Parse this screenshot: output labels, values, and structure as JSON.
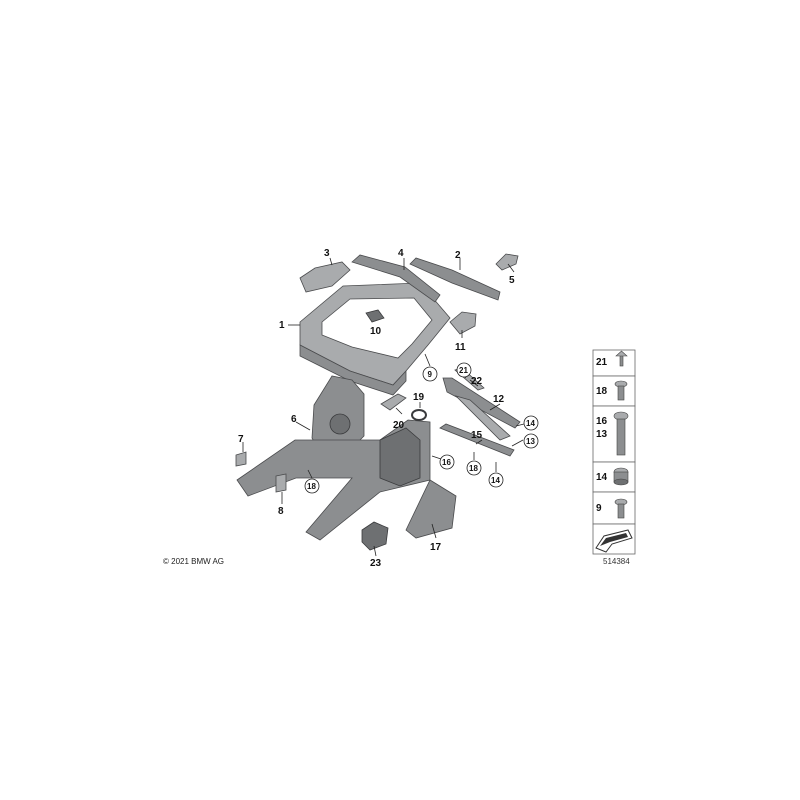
{
  "labels": {
    "l1": "1",
    "l2": "2",
    "l3": "3",
    "l4": "4",
    "l5": "5",
    "l6": "6",
    "l7": "7",
    "l8": "8",
    "l9": "9",
    "l10": "10",
    "l11": "11",
    "l12": "12",
    "l13": "13",
    "l14a": "14",
    "l14b": "14",
    "l15": "15",
    "l16": "16",
    "l17": "17",
    "l18a": "18",
    "l18b": "18",
    "l19": "19",
    "l20": "20",
    "l21": "21",
    "l22": "22",
    "l23": "23"
  },
  "legend": {
    "r21": "21",
    "r18": "18",
    "r16": "16",
    "r13": "13",
    "r14": "14",
    "r9": "9"
  },
  "copyright": "© 2021 BMW AG",
  "diagram_number": "514384"
}
